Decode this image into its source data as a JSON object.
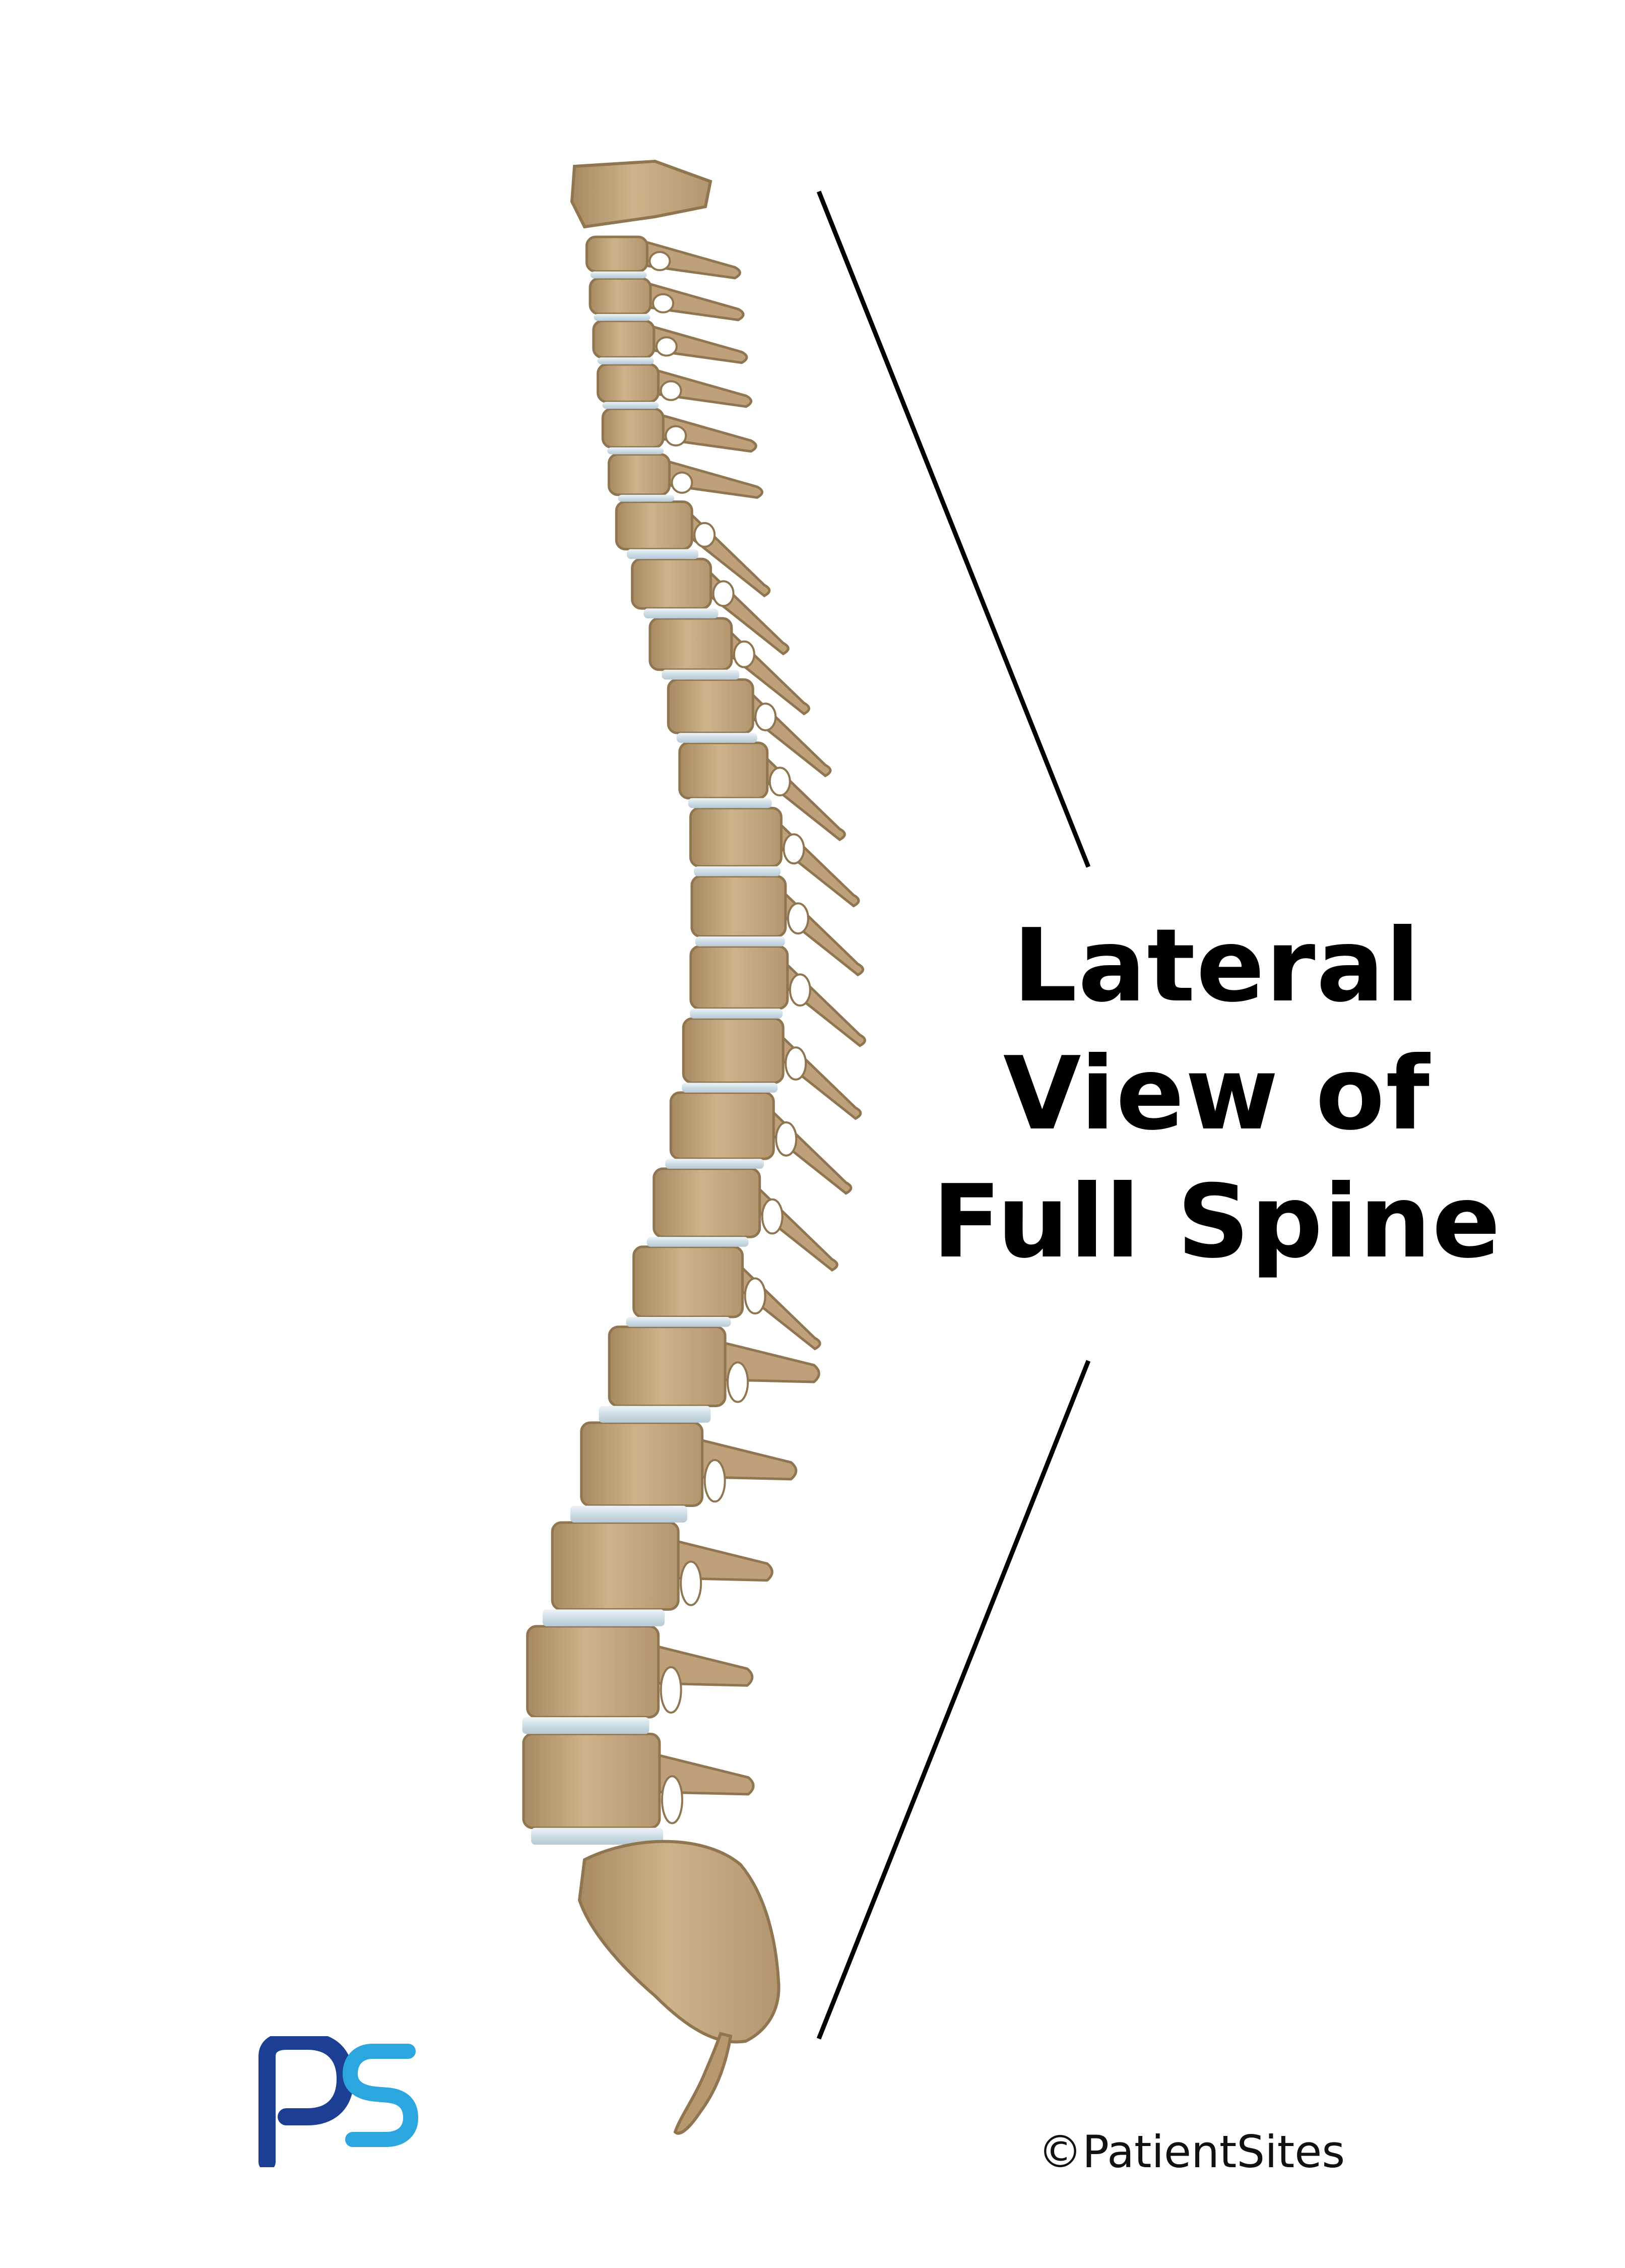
{
  "image": {
    "subject": "spine",
    "colors": {
      "background": "#ffffff",
      "bone": "#c7ab83",
      "bone_shadow": "#9c7f58",
      "disc": "#d6e3ea",
      "line": "#000000",
      "logo_dark": "#1c3f94",
      "logo_light": "#2ba6de"
    }
  },
  "title_lines": [
    "Lateral",
    "View of",
    "Full Spine"
  ],
  "logo": {
    "text": "PS"
  },
  "copyright": "©PatientSites"
}
